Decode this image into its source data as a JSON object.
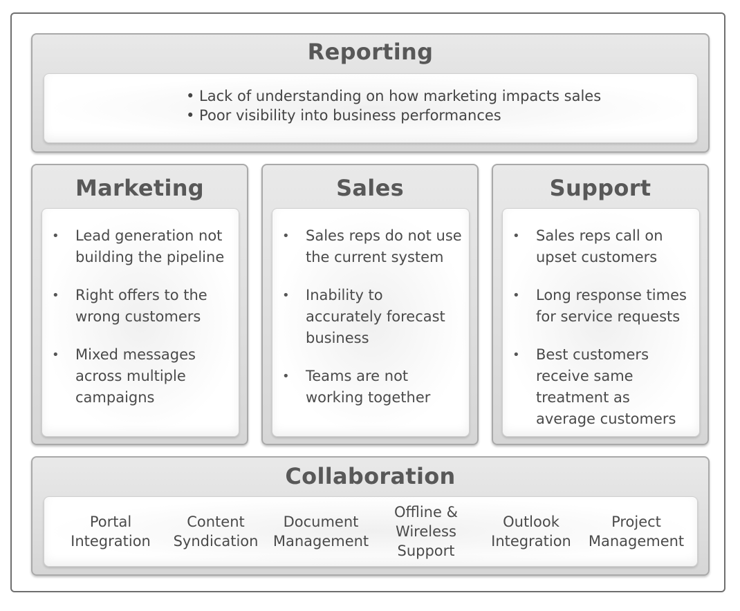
{
  "reporting": {
    "title": "Reporting",
    "items": [
      "• Lack of understanding on how marketing impacts sales",
      "• Poor visibility into business performances"
    ]
  },
  "marketing": {
    "title": "Marketing",
    "items": [
      "Lead generation not building the pipeline",
      "Right offers to the wrong customers",
      "Mixed messages across multiple campaigns"
    ]
  },
  "sales": {
    "title": "Sales",
    "items": [
      "Sales reps do not use the current system",
      "Inability to accurately forecast business",
      "Teams are not working together"
    ]
  },
  "support": {
    "title": "Support",
    "items": [
      "Sales reps call on upset customers",
      "Long response times for service requests",
      "Best customers receive same treatment as average customers"
    ]
  },
  "bullet_symbol": "•",
  "collaboration": {
    "title": "Collaboration",
    "items": [
      [
        "Portal",
        "Integration"
      ],
      [
        "Content",
        "Syndication"
      ],
      [
        "Document",
        "Management"
      ],
      [
        "Offline &",
        "Wireless",
        "Support"
      ],
      [
        "Outlook",
        "Integration"
      ],
      [
        "Project",
        "Management"
      ]
    ]
  }
}
